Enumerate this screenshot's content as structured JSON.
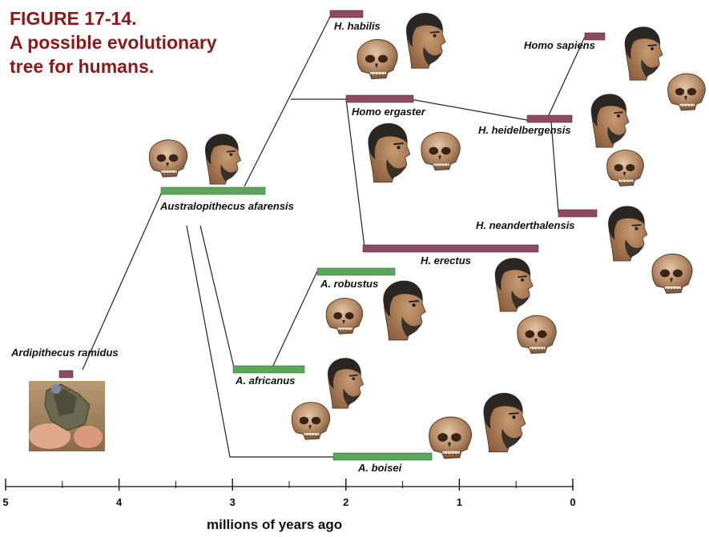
{
  "figure": {
    "title_line1": "FIGURE 17-14.",
    "title_line2": "A possible evolutionary",
    "title_line3": "tree for humans."
  },
  "axis": {
    "label": "millions of years ago",
    "ticks": [
      "5",
      "4",
      "3",
      "2",
      "1",
      "0"
    ]
  },
  "colors": {
    "title": "#8b1a1a",
    "homo_bar": "#8c4a63",
    "australopith_bar": "#5aa65a",
    "branch_line": "#222222"
  },
  "taxa": {
    "ardipithecus": "Ardipithecus ramidus",
    "afarensis": "Australopithecus afarensis",
    "africanus": "A. africanus",
    "boisei": "A. boisei",
    "robustus": "A. robustus",
    "habilis": "H. habilis",
    "ergaster": "Homo ergaster",
    "erectus": "H. erectus",
    "heidelbergensis": "H. heidelbergensis",
    "neanderthalensis": "H. neanderthalensis",
    "sapiens": "Homo sapiens"
  },
  "illustrations": [
    "ardipithecus-fossil-photo",
    "afarensis-skull",
    "afarensis-head",
    "habilis-skull",
    "habilis-head",
    "ergaster-head",
    "ergaster-skull",
    "robustus-skull",
    "robustus-head",
    "africanus-head",
    "africanus-skull",
    "boisei-skull",
    "boisei-head",
    "erectus-head",
    "erectus-skull",
    "heidelbergensis-head",
    "heidelbergensis-skull",
    "neanderthalensis-head",
    "neanderthalensis-skull",
    "sapiens-head",
    "sapiens-skull"
  ]
}
